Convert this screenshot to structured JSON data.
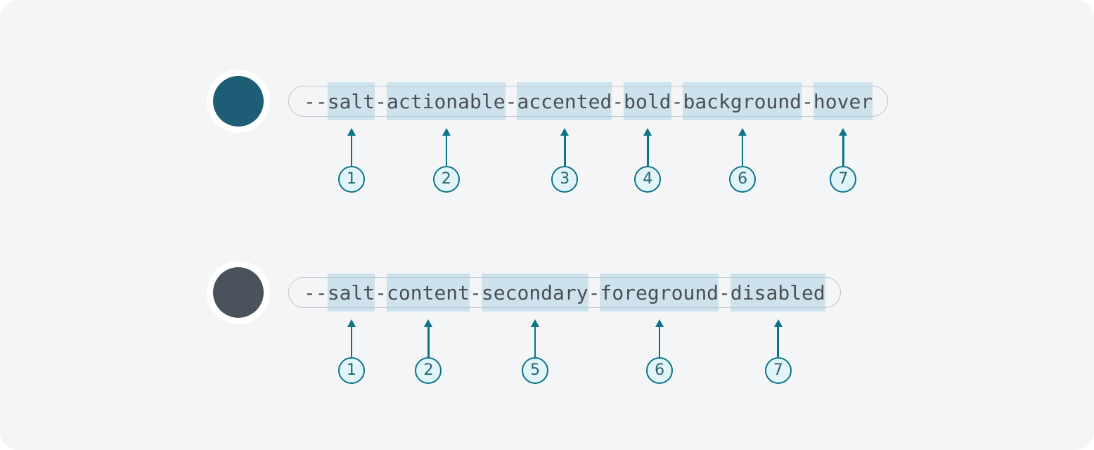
{
  "colors": {
    "page_bg": "#f4f5f7",
    "outer_bg": "#ffffff",
    "accent_teal": "#0d7389",
    "circle_fill": "#e1f5f8",
    "number_color": "#2a6372",
    "highlight": "rgba(166,207,225,0.5)",
    "pill_border": "#c0c4c8",
    "token_text": "#4a4f54"
  },
  "rows": [
    {
      "token": "--salt-actionable-accented-bold-background-hover",
      "swatch_color": "#1d5e76",
      "segments": [
        {
          "text": "--",
          "highlighted": false
        },
        {
          "text": "salt",
          "highlighted": true,
          "number": "1"
        },
        {
          "text": "-",
          "highlighted": false
        },
        {
          "text": "actionable",
          "highlighted": true,
          "number": "2"
        },
        {
          "text": "-",
          "highlighted": false
        },
        {
          "text": "accented",
          "highlighted": true,
          "number": "3"
        },
        {
          "text": "-",
          "highlighted": false
        },
        {
          "text": "bold",
          "highlighted": true,
          "number": "4"
        },
        {
          "text": "-",
          "highlighted": false
        },
        {
          "text": "background",
          "highlighted": true,
          "number": "6"
        },
        {
          "text": "-",
          "highlighted": false
        },
        {
          "text": "hover",
          "highlighted": true,
          "number": "7"
        }
      ]
    },
    {
      "token": "--salt-content-secondary-foreground-disabled",
      "swatch_color": "#4a525c",
      "segments": [
        {
          "text": "--",
          "highlighted": false
        },
        {
          "text": "salt",
          "highlighted": true,
          "number": "1"
        },
        {
          "text": "-",
          "highlighted": false
        },
        {
          "text": "content",
          "highlighted": true,
          "number": "2"
        },
        {
          "text": "-",
          "highlighted": false
        },
        {
          "text": "secondary",
          "highlighted": true,
          "number": "5"
        },
        {
          "text": "-",
          "highlighted": false
        },
        {
          "text": "foreground",
          "highlighted": true,
          "number": "6"
        },
        {
          "text": "-",
          "highlighted": false
        },
        {
          "text": "disabled",
          "highlighted": true,
          "number": "7"
        }
      ]
    }
  ]
}
